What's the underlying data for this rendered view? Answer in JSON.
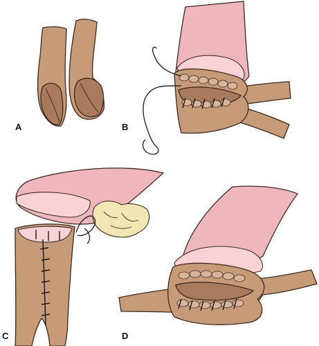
{
  "figure": {
    "panels": [
      {
        "id": "A",
        "label": "A"
      },
      {
        "id": "B",
        "label": "B"
      },
      {
        "id": "C",
        "label": "C"
      },
      {
        "id": "D",
        "label": "D"
      }
    ],
    "colors": {
      "tissue_tan": "#c79a78",
      "tissue_tan_dark": "#a97b5c",
      "mucosa_pink": "#efb7bd",
      "fat_yellow": "#f2e6b5",
      "outline": "#3a2a20",
      "suture": "#1a1a1a"
    }
  }
}
